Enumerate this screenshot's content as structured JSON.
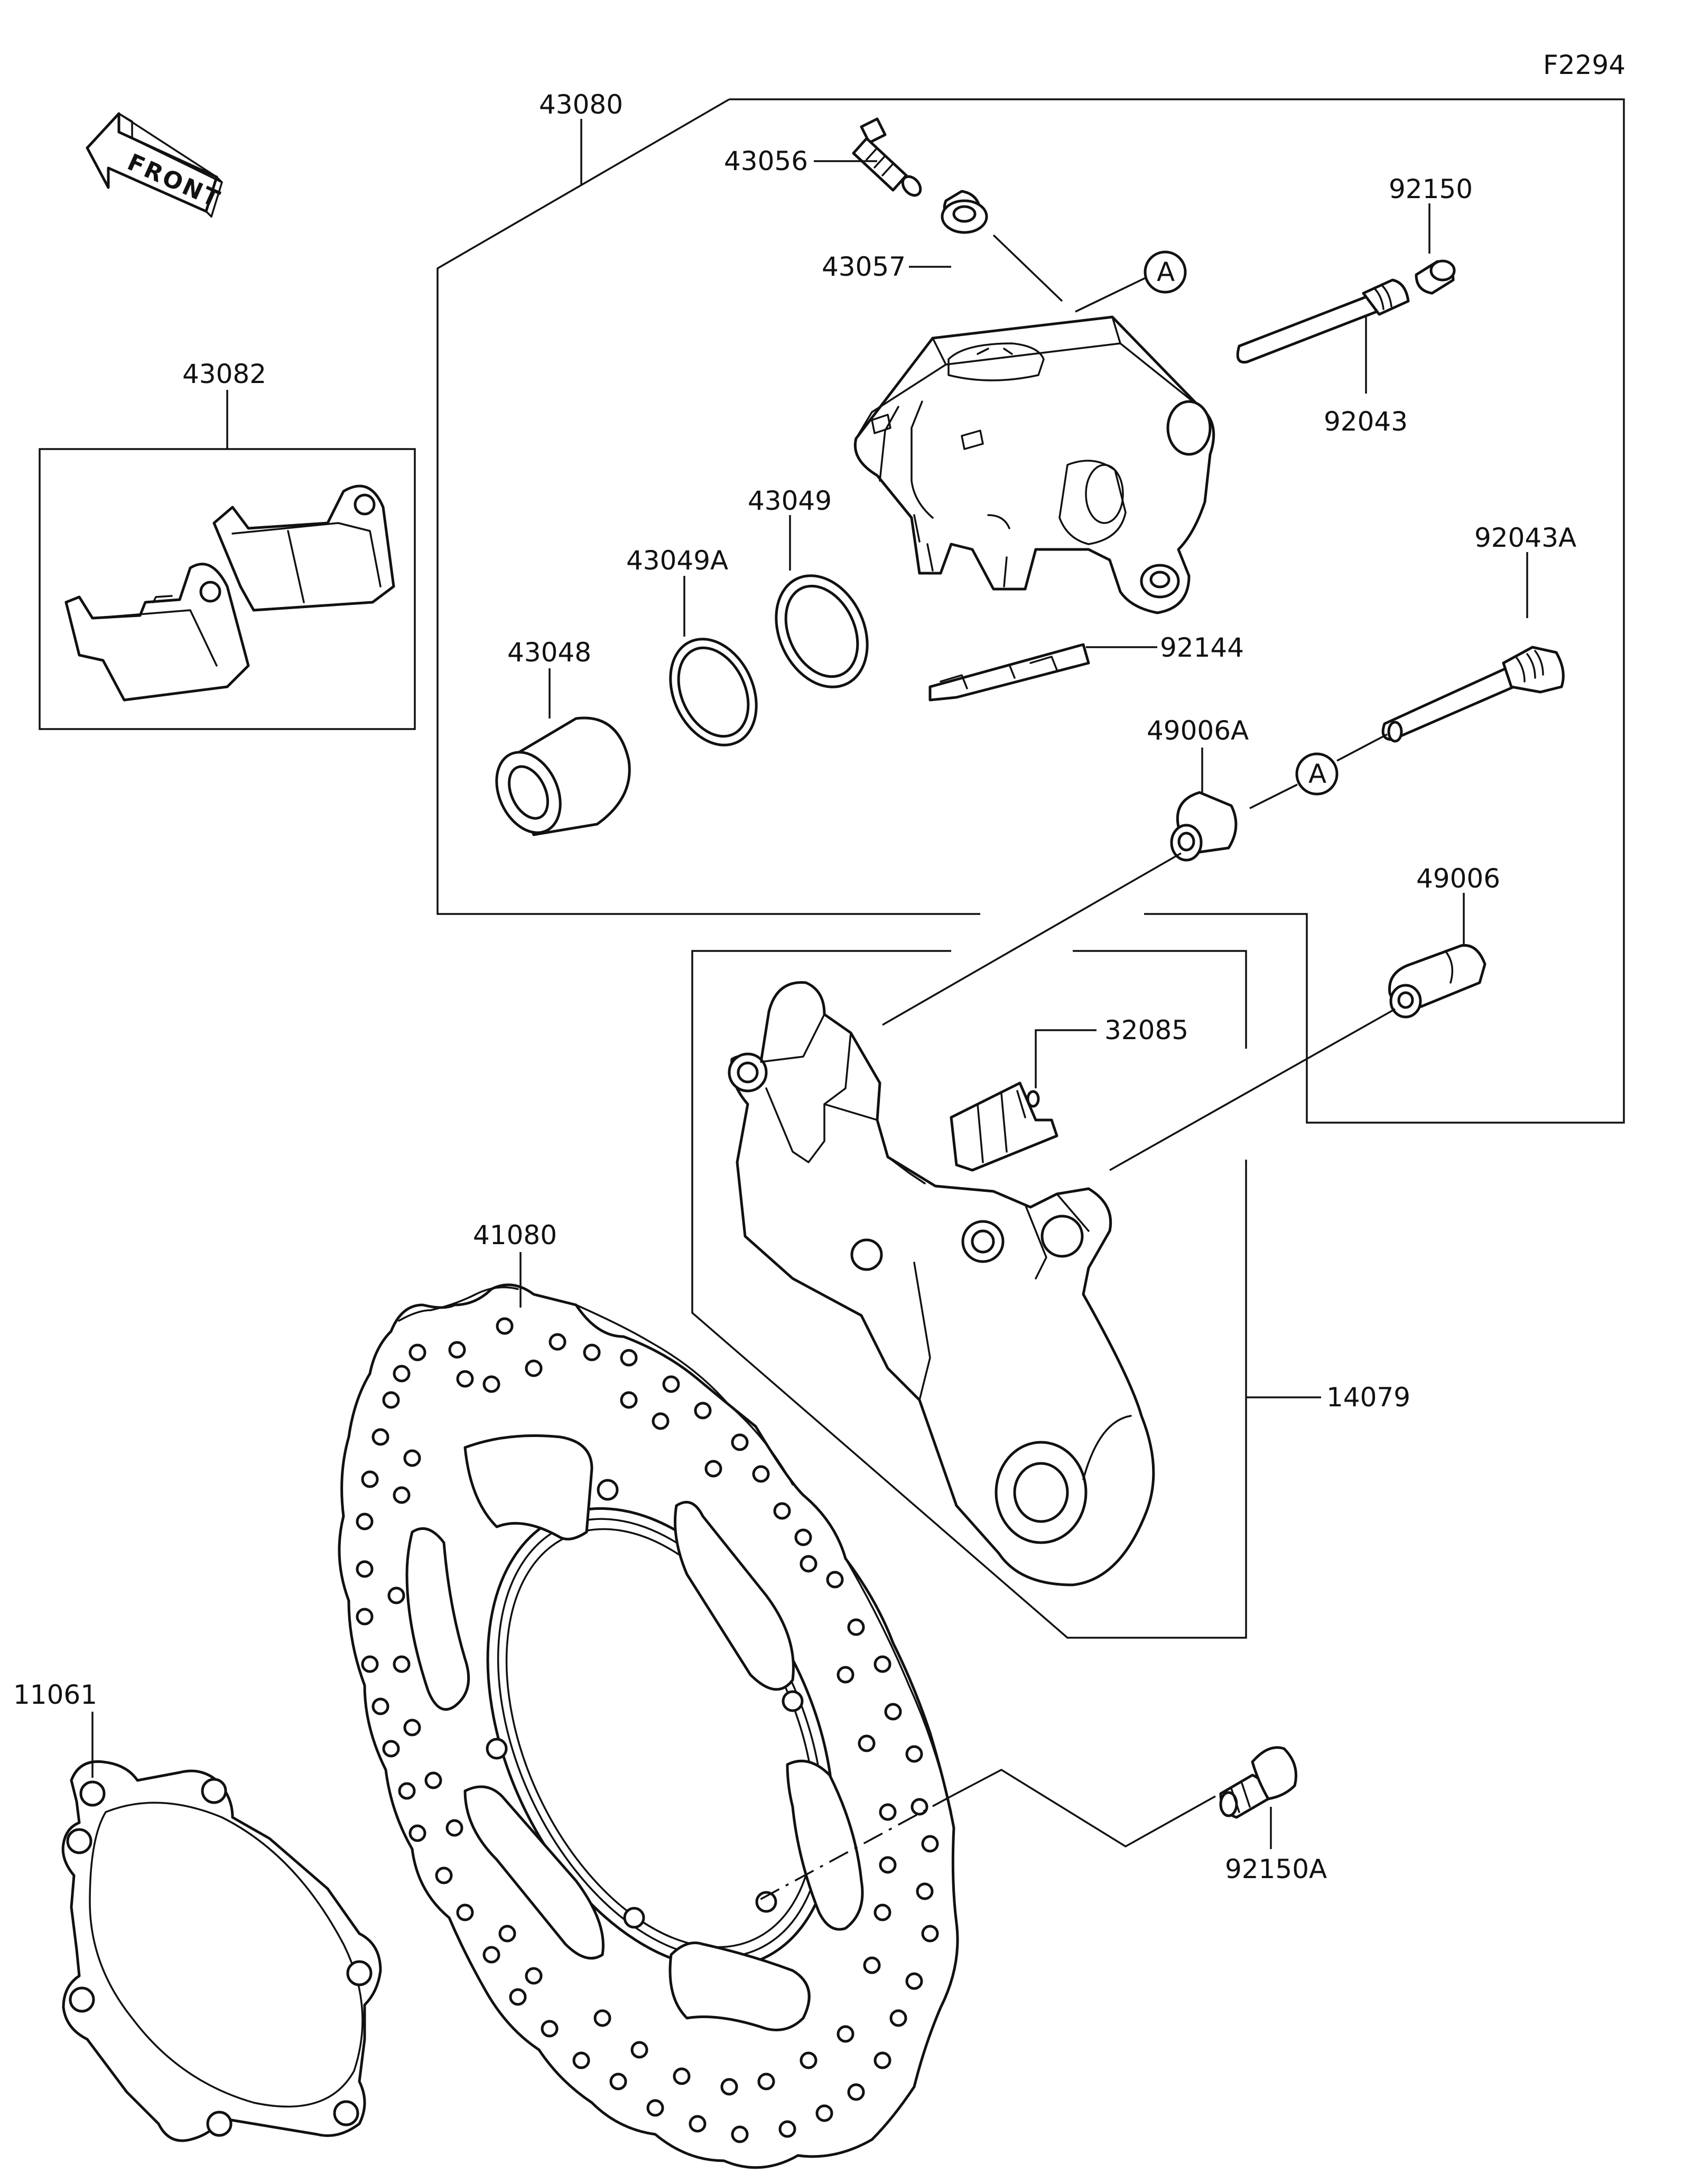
{
  "figure_code": "F2294",
  "front_arrow": {
    "text": "FRONT"
  },
  "reference_marker": "A",
  "parts": [
    {
      "id": "43080"
    },
    {
      "id": "43056"
    },
    {
      "id": "43057"
    },
    {
      "id": "92150"
    },
    {
      "id": "92043"
    },
    {
      "id": "43082"
    },
    {
      "id": "43049"
    },
    {
      "id": "43049A"
    },
    {
      "id": "43048"
    },
    {
      "id": "92144"
    },
    {
      "id": "92043A"
    },
    {
      "id": "49006A"
    },
    {
      "id": "49006"
    },
    {
      "id": "32085"
    },
    {
      "id": "41080"
    },
    {
      "id": "14079"
    },
    {
      "id": "11061"
    },
    {
      "id": "92150A"
    }
  ]
}
